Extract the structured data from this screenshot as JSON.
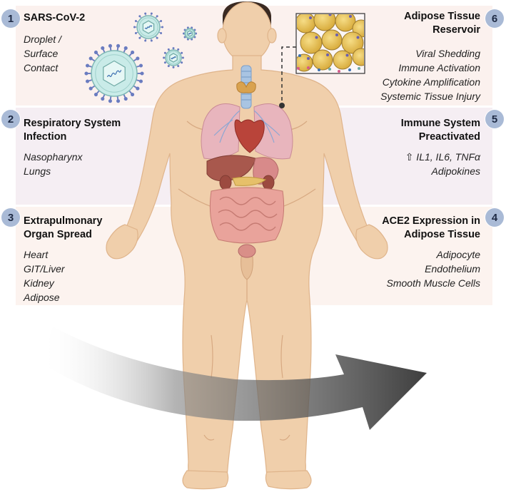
{
  "panels": [
    {
      "number": "1",
      "title": [
        "SARS-CoV-2"
      ],
      "items": [
        "Droplet /",
        "Surface",
        "Contact"
      ]
    },
    {
      "number": "2",
      "title": [
        "Respiratory System",
        "Infection"
      ],
      "items": [
        "Nasopharynx",
        "Lungs"
      ]
    },
    {
      "number": "3",
      "title": [
        "Extrapulmonary",
        "Organ Spread"
      ],
      "items": [
        "Heart",
        "GIT/Liver",
        "Kidney",
        "Adipose"
      ]
    },
    {
      "number": "4",
      "title": [
        "ACE2 Expression in",
        "Adipose Tissue"
      ],
      "items": [
        "Adipocyte",
        "Endothelium",
        "Smooth Muscle Cells"
      ]
    },
    {
      "number": "5",
      "title": [
        "Immune System",
        "Preactivated"
      ],
      "items": [
        "⇧ IL1, IL6, TNFα",
        "Adipokines"
      ]
    },
    {
      "number": "6",
      "title": [
        "Adipose Tissue",
        "Reservoir"
      ],
      "items": [
        "Viral Shedding",
        "Immune Activation",
        "Cytokine Amplification",
        "Systemic Tissue Injury"
      ]
    }
  ],
  "colors": {
    "skin": "#f0cfab",
    "skin_shadow": "#dfb48b",
    "badge": "#a9bad6",
    "virus_body": "#c9ebe8",
    "virus_spike": "#6a7cc0",
    "lung": "#e8b5bd",
    "intestine": "#e9a39b",
    "liver": "#a8584d",
    "fat_cell": "#ecc659",
    "arrow": "#2d2d2d"
  },
  "icons": [
    "virus-icon",
    "fat-tissue-icon",
    "lungs-icon",
    "heart-icon",
    "liver-icon",
    "intestine-icon",
    "trachea-icon",
    "progression-arrow-icon"
  ]
}
